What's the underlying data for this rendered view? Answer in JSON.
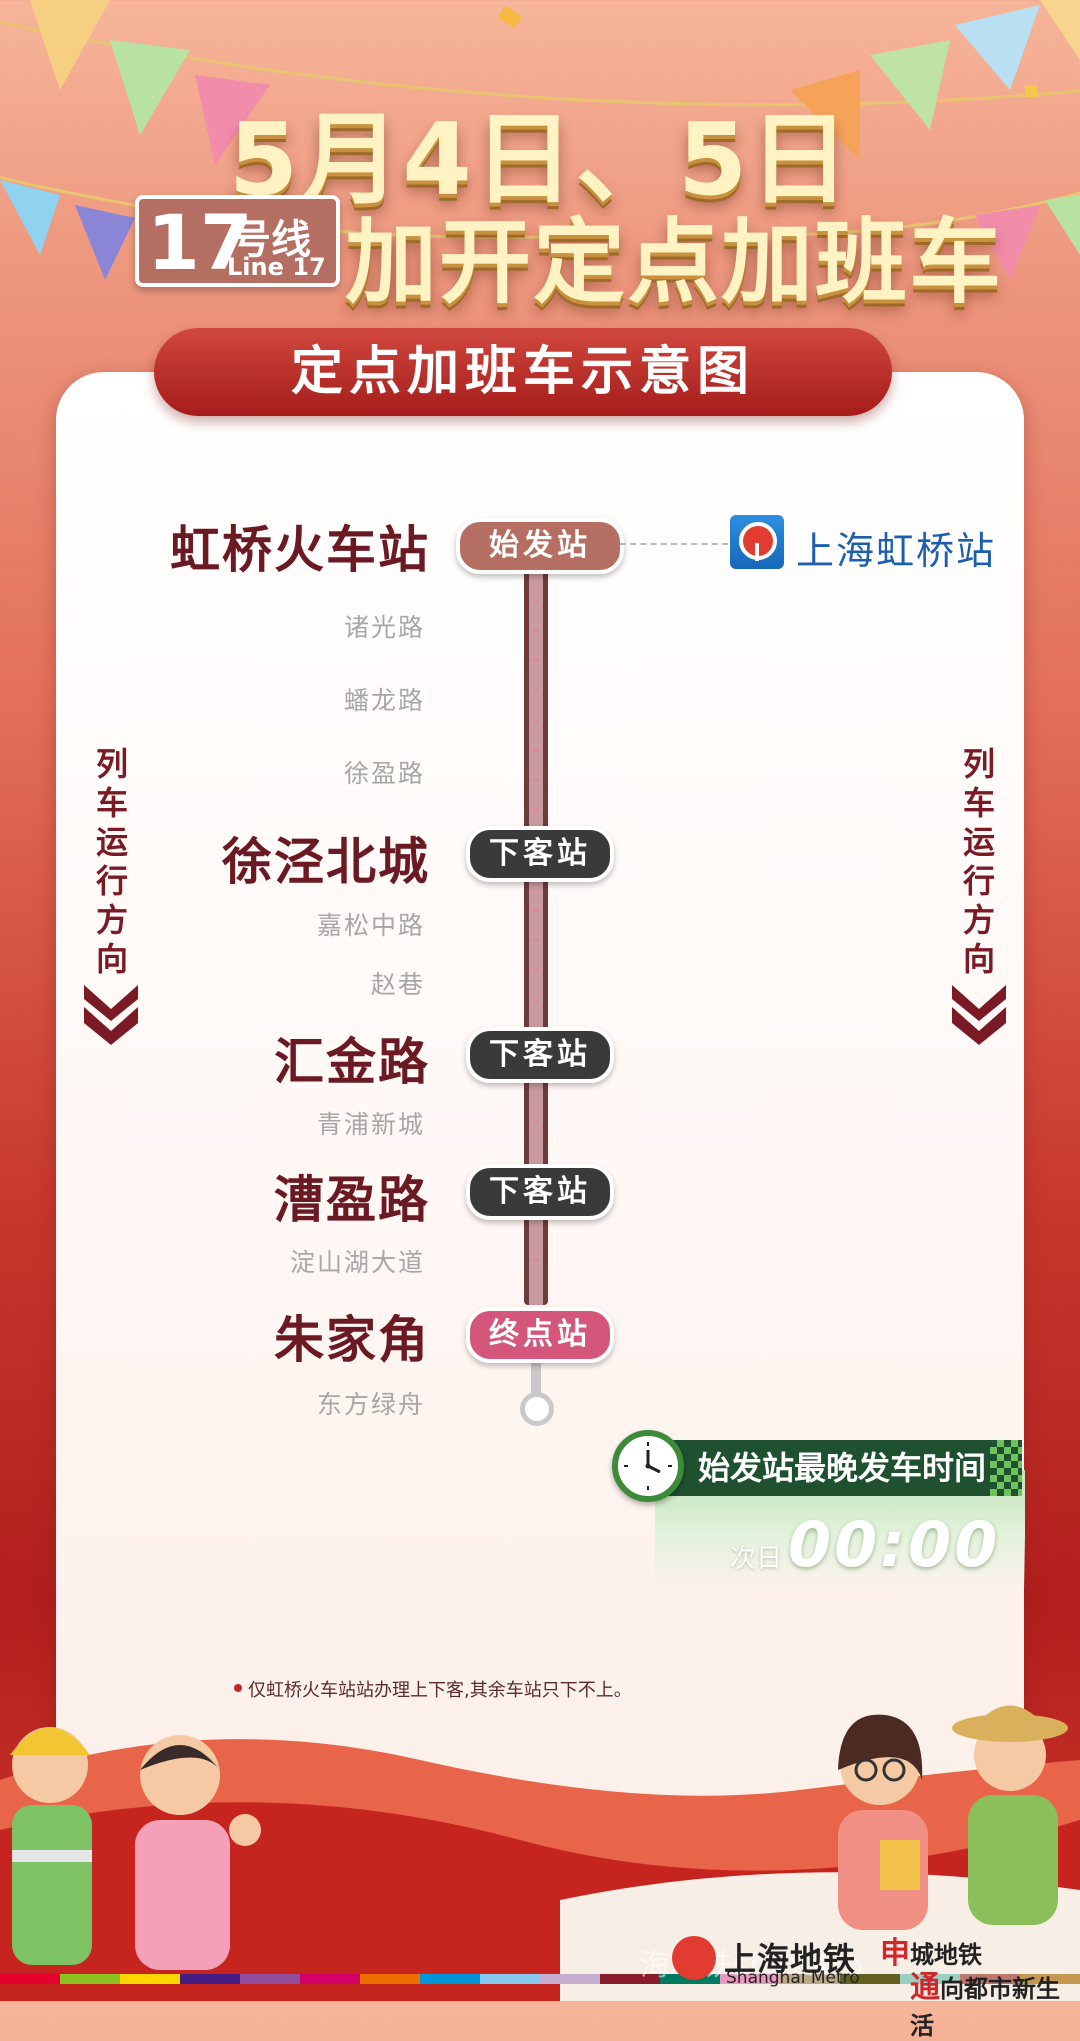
{
  "headline": {
    "date": "5月4日、5日",
    "line_number": "17",
    "line_cn": "号线",
    "line_en": "Line 17",
    "main": "加开定点加班车"
  },
  "card_title": "定点加班车示意图",
  "stations": [
    {
      "name": "虹桥火车站",
      "major": true,
      "tag": "始发站"
    },
    {
      "name": "诸光路",
      "major": false
    },
    {
      "name": "蟠龙路",
      "major": false
    },
    {
      "name": "徐盈路",
      "major": false
    },
    {
      "name": "徐泾北城",
      "major": true,
      "tag": "下客站"
    },
    {
      "name": "嘉松中路",
      "major": false
    },
    {
      "name": "赵巷",
      "major": false
    },
    {
      "name": "汇金路",
      "major": true,
      "tag": "下客站"
    },
    {
      "name": "青浦新城",
      "major": false
    },
    {
      "name": "漕盈路",
      "major": true,
      "tag": "下客站"
    },
    {
      "name": "淀山湖大道",
      "major": false
    },
    {
      "name": "朱家角",
      "major": true,
      "tag": "终点站"
    },
    {
      "name": "东方绿舟",
      "major": false
    }
  ],
  "rail_transfer": {
    "name": "上海虹桥站",
    "icon": "railway-icon"
  },
  "direction_label": "列车运行方向",
  "last_train": {
    "header": "始发站最晚发车时间",
    "prefix": "次日",
    "time": "00:00"
  },
  "note": "仅虹桥火车站站办理上下客,其余车站只下不上。",
  "footer": {
    "logo_cn": "上海地铁",
    "logo_en": "Shanghai Metro",
    "slogan_line1_lead": "申",
    "slogan_line1_rest": "城地铁",
    "slogan_line2_lead": "通",
    "slogan_line2_rest": "向都市新生活",
    "watermark": "海地铁shmetro"
  },
  "colors": {
    "major_station": "#6b1a24",
    "origin_tag": "#b56f62",
    "alight_tag": "#3a3a3a",
    "terminal_tag": "#d4567a",
    "rail_name": "#1d5fae",
    "last_train_header": "#1f5130"
  }
}
